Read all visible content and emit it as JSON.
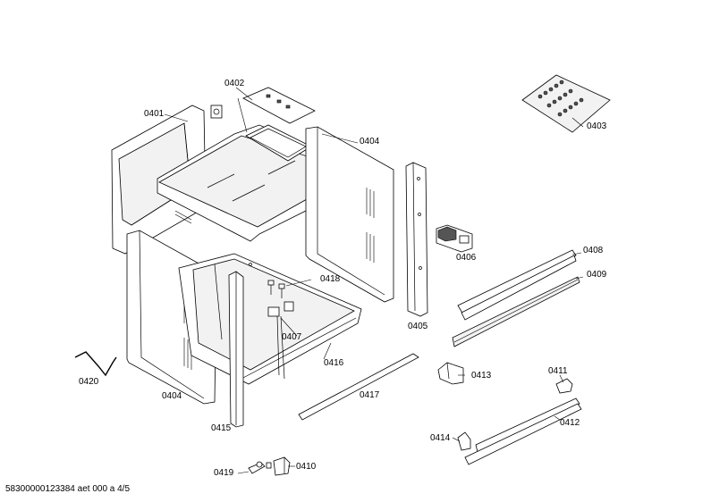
{
  "labels": {
    "l0401": "0401",
    "l0402": "0402",
    "l0403": "0403",
    "l0404a": "0404",
    "l0404b": "0404",
    "l0405": "0405",
    "l0406": "0406",
    "l0407": "0407",
    "l0408": "0408",
    "l0409": "0409",
    "l0410": "0410",
    "l0411": "0411",
    "l0412": "0412",
    "l0413": "0413",
    "l0414": "0414",
    "l0415": "0415",
    "l0416": "0416",
    "l0417": "0417",
    "l0418": "0418",
    "l0419": "0419",
    "l0420": "0420"
  },
  "footer": "58300000123384 aet 000 a 4/5"
}
